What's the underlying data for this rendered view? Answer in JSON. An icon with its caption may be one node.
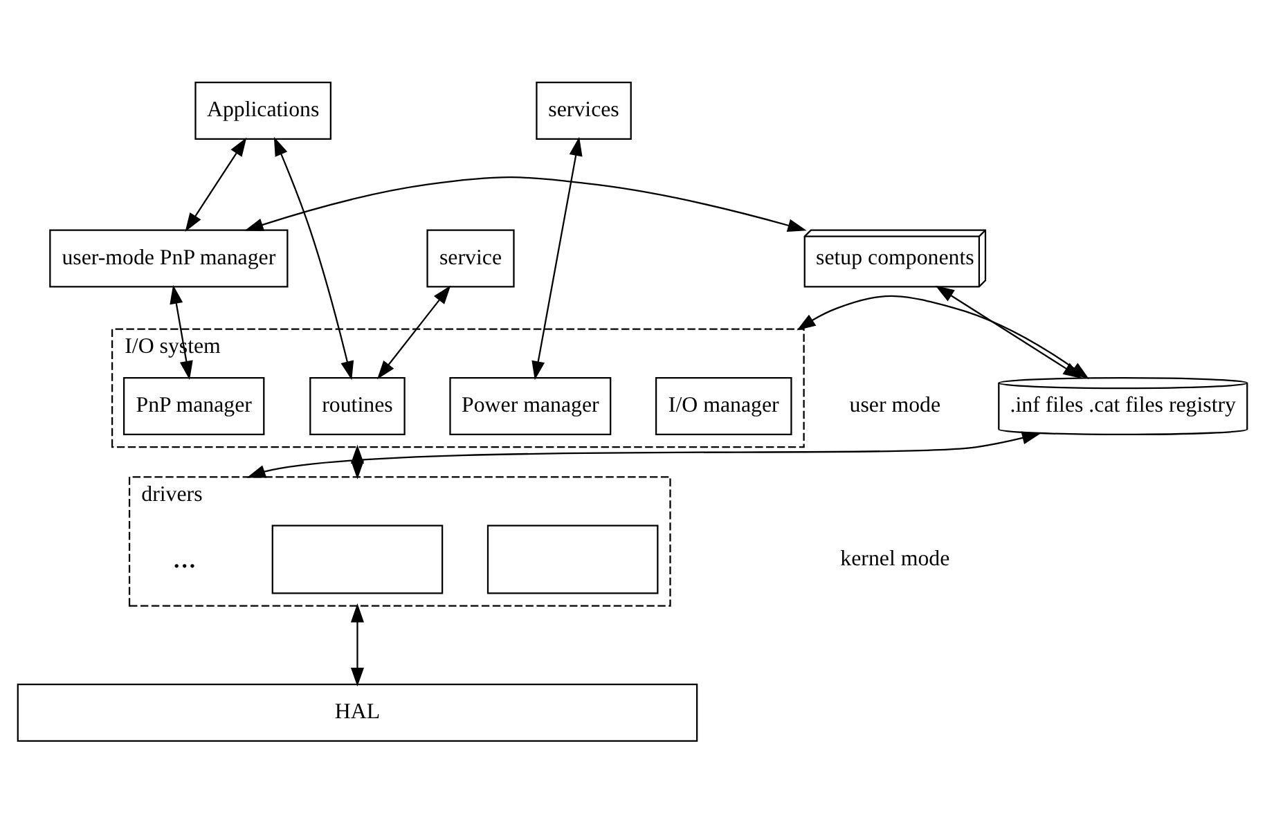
{
  "diagram": {
    "nodes": [
      {
        "text": [
          "Applications"
        ]
      },
      {
        "text": [
          "services"
        ]
      },
      {
        "text": [
          "service"
        ]
      },
      {
        "text": [
          "user-mode PnP manager"
        ]
      },
      {
        "text": [
          "setup components"
        ]
      },
      {
        "text": [
          ".inf files .cat files registry"
        ]
      },
      {
        "text": [
          "I/O system"
        ]
      },
      {
        "text": [
          "routines"
        ],
        "in": 6
      },
      {
        "text": [
          "PnP manager"
        ],
        "in": 6
      },
      {
        "text": [
          "Power manager"
        ],
        "in": 6
      },
      {
        "text": [
          "I/O manager"
        ],
        "in": 6
      },
      {
        "text": [
          "drivers"
        ]
      },
      {
        "text": [],
        "shape": "box",
        "in": 11
      },
      {
        "text": [],
        "shape": "box",
        "in": 11
      },
      {
        "text": [
          "..."
        ],
        "in": 11
      },
      {
        "text": [
          "HAL"
        ]
      }
    ],
    "edges": [
      {
        "from": 0,
        "to": 3,
        "arrow": "both"
      },
      {
        "from": 0,
        "to": 7,
        "arrow": "both"
      },
      {
        "from": 1,
        "to": 9,
        "arrow": "both"
      },
      {
        "from": 2,
        "to": 7,
        "arrow": "both"
      },
      {
        "from": 3,
        "to": 8,
        "arrow": "both"
      },
      {
        "from": 3,
        "to": 4,
        "arrow": "both"
      },
      {
        "from": 4,
        "to": 5,
        "arrow": "both"
      },
      {
        "from": 5,
        "to": 6,
        "arrow": "both"
      },
      {
        "from": 5,
        "to": 11,
        "arrow": "both"
      },
      {
        "from": 6,
        "to": 11,
        "arrow": "both"
      },
      {
        "from": 11,
        "to": 15,
        "arrow": "both"
      }
    ],
    "labels": [
      "user mode",
      "kernel mode"
    ]
  }
}
